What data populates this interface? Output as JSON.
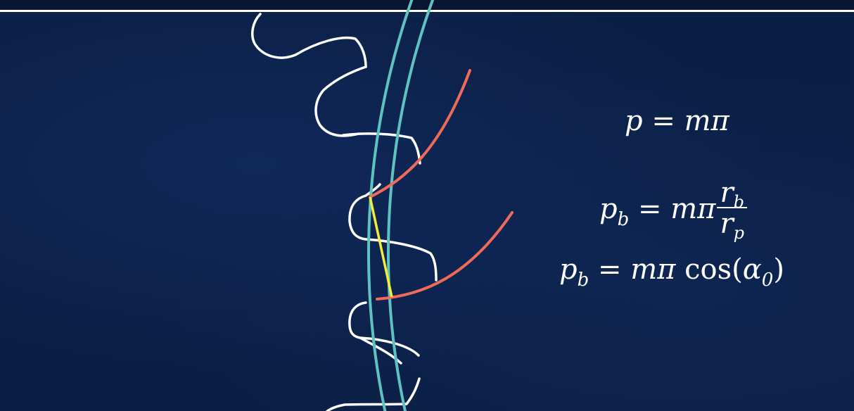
{
  "diagram": {
    "colors": {
      "background": "#0b1f45",
      "gear_outline": "#ffffff",
      "pitch_circles": "#5ec3c0",
      "involute_curves": "#ef6a58",
      "base_pitch_segment": "#f2ec3a"
    },
    "equations": {
      "eq1": {
        "lhs": "p",
        "eq": "=",
        "rhs": "mπ"
      },
      "eq2": {
        "lhs": "p",
        "lhs_sub": "b",
        "eq": "=",
        "rhs": "mπ",
        "frac_num": "r",
        "frac_num_sub": "b",
        "frac_den": "r",
        "frac_den_sub": "p"
      },
      "eq3": {
        "lhs": "p",
        "lhs_sub": "b",
        "eq": "=",
        "rhs": "mπ",
        "func": "cos(",
        "arg": "α",
        "arg_sub": "0",
        "close": ")"
      }
    }
  }
}
